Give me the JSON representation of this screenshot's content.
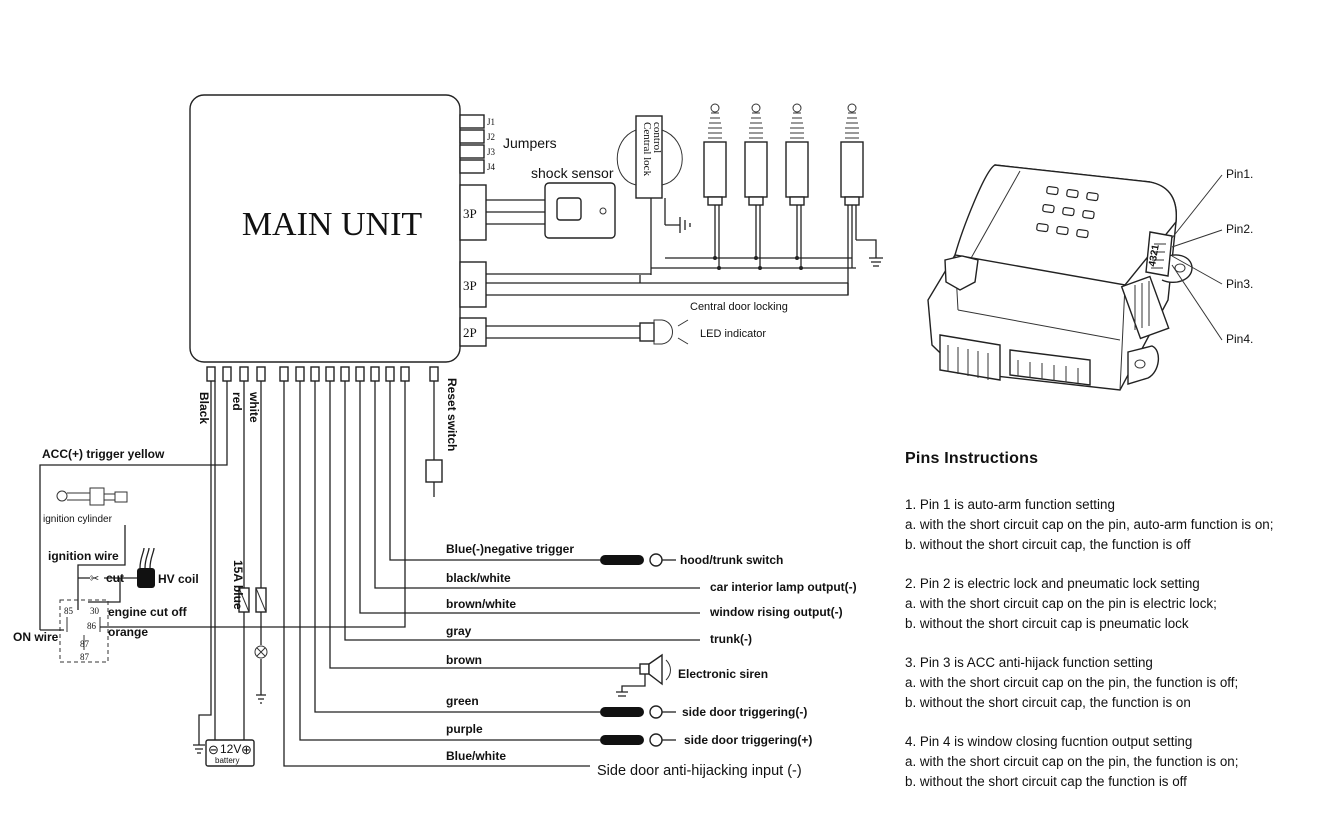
{
  "main_unit": {
    "title": "MAIN UNIT",
    "connectors": [
      "3P",
      "3P",
      "2P"
    ],
    "jumpers": [
      "J1",
      "J2",
      "J3",
      "J4"
    ]
  },
  "labels": {
    "jumpers": "Jumpers",
    "shock_sensor": "shock sensor",
    "central_lock_control": "Central lock control",
    "central_door_locking": "Central door locking",
    "led_indicator": "LED indicator",
    "reset_switch": "Reset switch",
    "black": "Black",
    "red": "red",
    "white": "white",
    "acc_trigger": "ACC(+) trigger  yellow",
    "ignition_cylinder": "ignition cylinder",
    "ignition_wire": "ignition wire",
    "cut": "cut",
    "hv_coil": "HV coil",
    "engine_cut_off": "engine cut off",
    "orange": "orange",
    "on_wire": "ON wire",
    "relay_85": "85",
    "relay_30": "30",
    "relay_86": "86",
    "relay_87": "87",
    "relay_87b": "87",
    "fuse_15a": "15A blue",
    "battery_12v": "12V",
    "battery": "battery",
    "blue_negative_trigger": "Blue(-)negative trigger",
    "hood_trunk_switch": "hood/trunk switch",
    "black_white": "black/white",
    "car_interior_lamp": "car interior lamp output(-)",
    "brown_white": "brown/white",
    "window_rising": "window rising output(-)",
    "gray": "gray",
    "trunk": "trunk(-)",
    "brown": "brown",
    "electronic_siren": "Electronic siren",
    "green": "green",
    "side_door_neg": "side door triggering(-)",
    "purple": "purple",
    "side_door_pos": "side door triggering(+)",
    "blue_white": "Blue/white",
    "side_door_anti": "Side  door  anti-hijacking input (-)"
  },
  "device": {
    "pins": [
      "Pin1.",
      "Pin2.",
      "Pin3.",
      "Pin4."
    ],
    "pin_numbers": "4321"
  },
  "pins_instructions": {
    "title": "Pins Instructions",
    "groups": [
      {
        "lines": [
          "1. Pin 1 is auto-arm function setting",
          "a. with the short circuit cap on the pin, auto-arm function is on;",
          "b. without the short circuit cap, the function is off"
        ]
      },
      {
        "lines": [
          "2. Pin 2 is electric lock and pneumatic lock setting",
          "a. with the short circuit cap on the pin is electric lock;",
          "b. without the short circuit cap is pneumatic lock"
        ]
      },
      {
        "lines": [
          "3. Pin 3 is ACC anti-hijack function setting",
          "a. with the short circuit cap on the pin, the function is off;",
          "b. without the short circuit cap, the function is on"
        ]
      },
      {
        "lines": [
          "4. Pin 4 is window closing fucntion output setting",
          "a. with the short circuit cap on the pin, the function is on;",
          "b. without the short circuit cap the function is off"
        ]
      }
    ]
  }
}
